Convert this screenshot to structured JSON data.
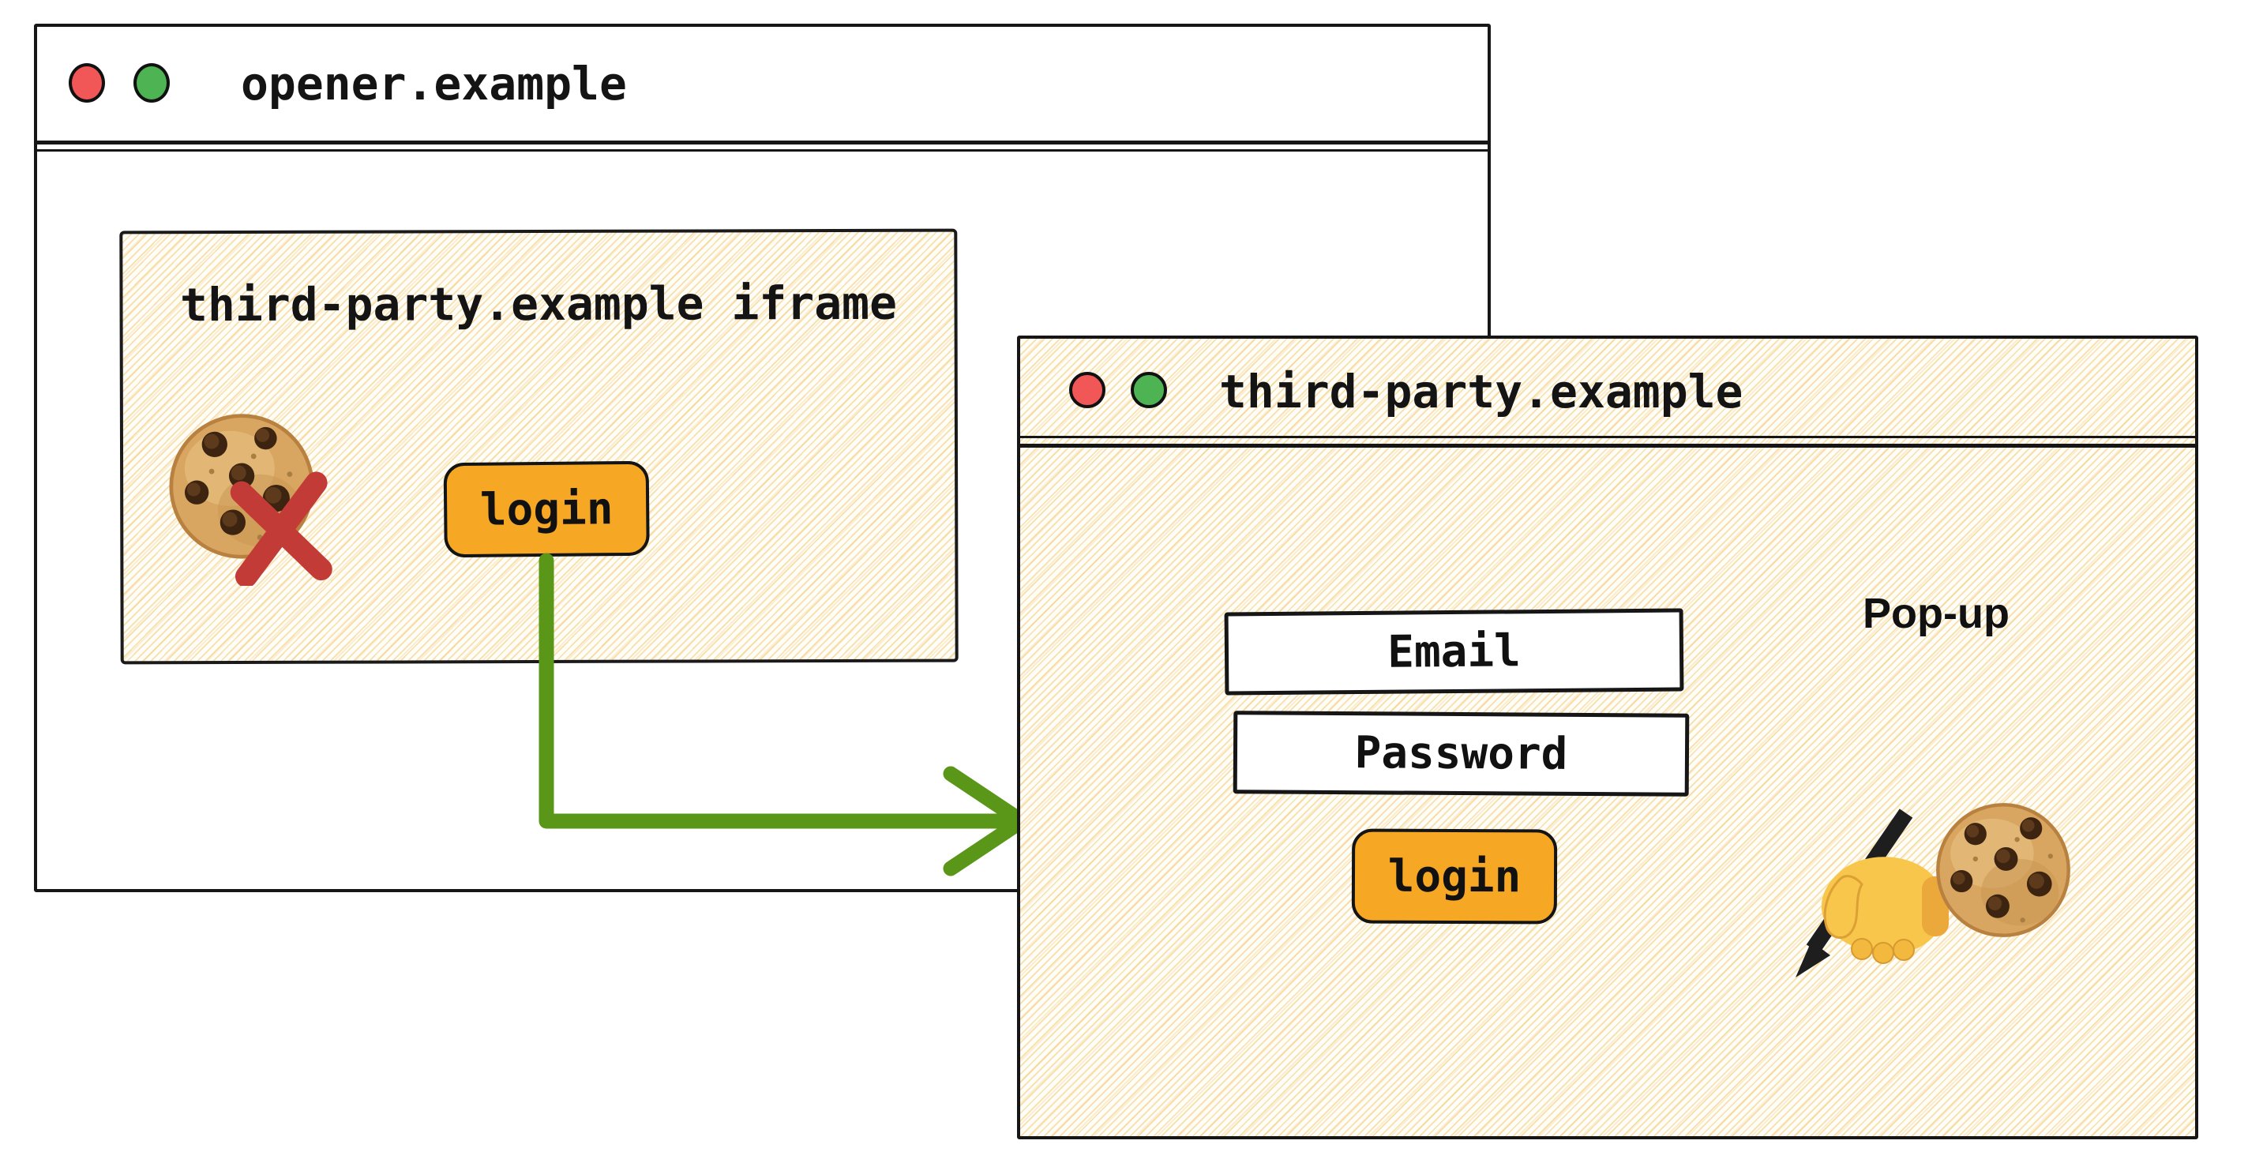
{
  "opener_window": {
    "title": "opener.example",
    "window_controls": {
      "close_color": "#f25757",
      "zoom_color": "#4db353"
    },
    "iframe": {
      "title": "third-party.example iframe",
      "login_button_label": "login",
      "icons": {
        "cookie": "cookie-icon",
        "blocked": "blocked-cross-icon"
      }
    }
  },
  "popup_window": {
    "title": "third-party.example",
    "popup_label": "Pop-up",
    "fields": [
      {
        "name": "email",
        "value": "Email"
      },
      {
        "name": "password",
        "value": "Password"
      }
    ],
    "login_button_label": "login",
    "icons": {
      "writing_hand": "writing-hand-icon",
      "cookie": "cookie-icon"
    }
  },
  "arrow": {
    "icon": "opens-popup-arrow",
    "color": "#5a9617"
  },
  "colors": {
    "window_border": "#161616",
    "hatch_gold": "#f2c976",
    "button_orange": "#f6a723",
    "arrow_green": "#5a9617",
    "blocked_red": "#c23b36",
    "traffic_red": "#f25757",
    "traffic_green": "#4db353"
  }
}
